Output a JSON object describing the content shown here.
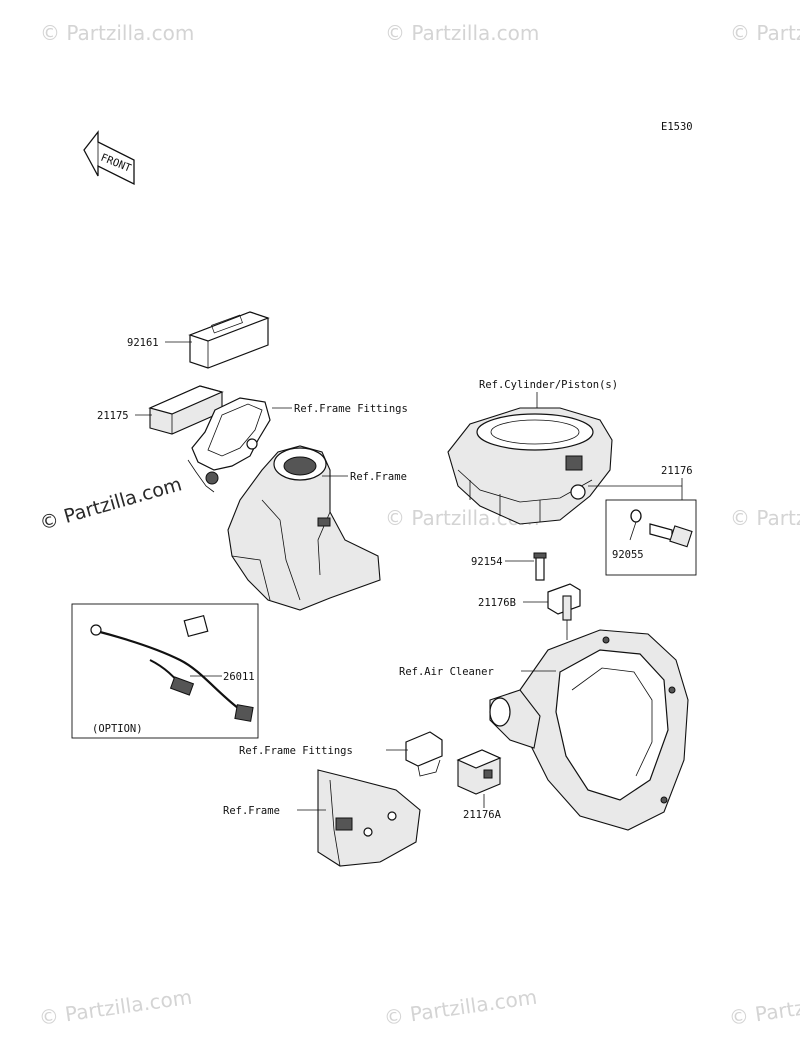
{
  "diagram_code": "E1530",
  "front_arrow_label": "FRONT",
  "watermark": {
    "text": "© Partzilla.com",
    "faint_text": "© Partzilla.com"
  },
  "labels": {
    "p92161": "92161",
    "p21175": "21175",
    "ref_frame_fittings_top": "Ref.Frame Fittings",
    "ref_frame_top": "Ref.Frame",
    "ref_cylinder": "Ref.Cylinder/Piston(s)",
    "p21176": "21176",
    "p92055": "92055",
    "p92154": "92154",
    "p21176b": "21176B",
    "ref_air_cleaner": "Ref.Air Cleaner",
    "p26011": "26011",
    "option": "(OPTION)",
    "ref_frame_fittings_bottom": "Ref.Frame Fittings",
    "ref_frame_bottom": "Ref.Frame",
    "p21176a": "21176A"
  }
}
